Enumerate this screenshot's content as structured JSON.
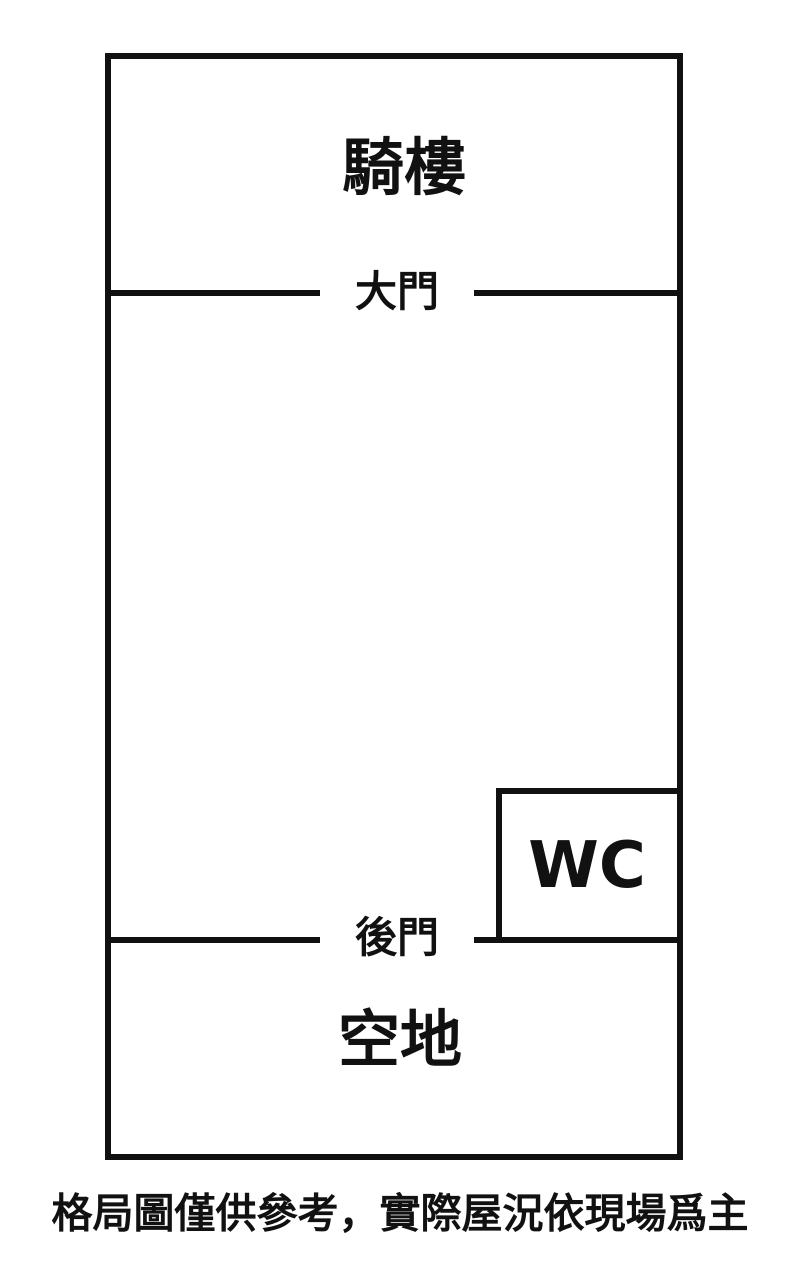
{
  "rooms": {
    "arcade": "騎樓",
    "front_door": "大門",
    "wc": "WC",
    "back_door": "後門",
    "open_space": "空地"
  },
  "footer_note": "格局圖僅供參考，實際屋況依現場爲主",
  "colors": {
    "line": "#111111",
    "background": "#ffffff"
  }
}
